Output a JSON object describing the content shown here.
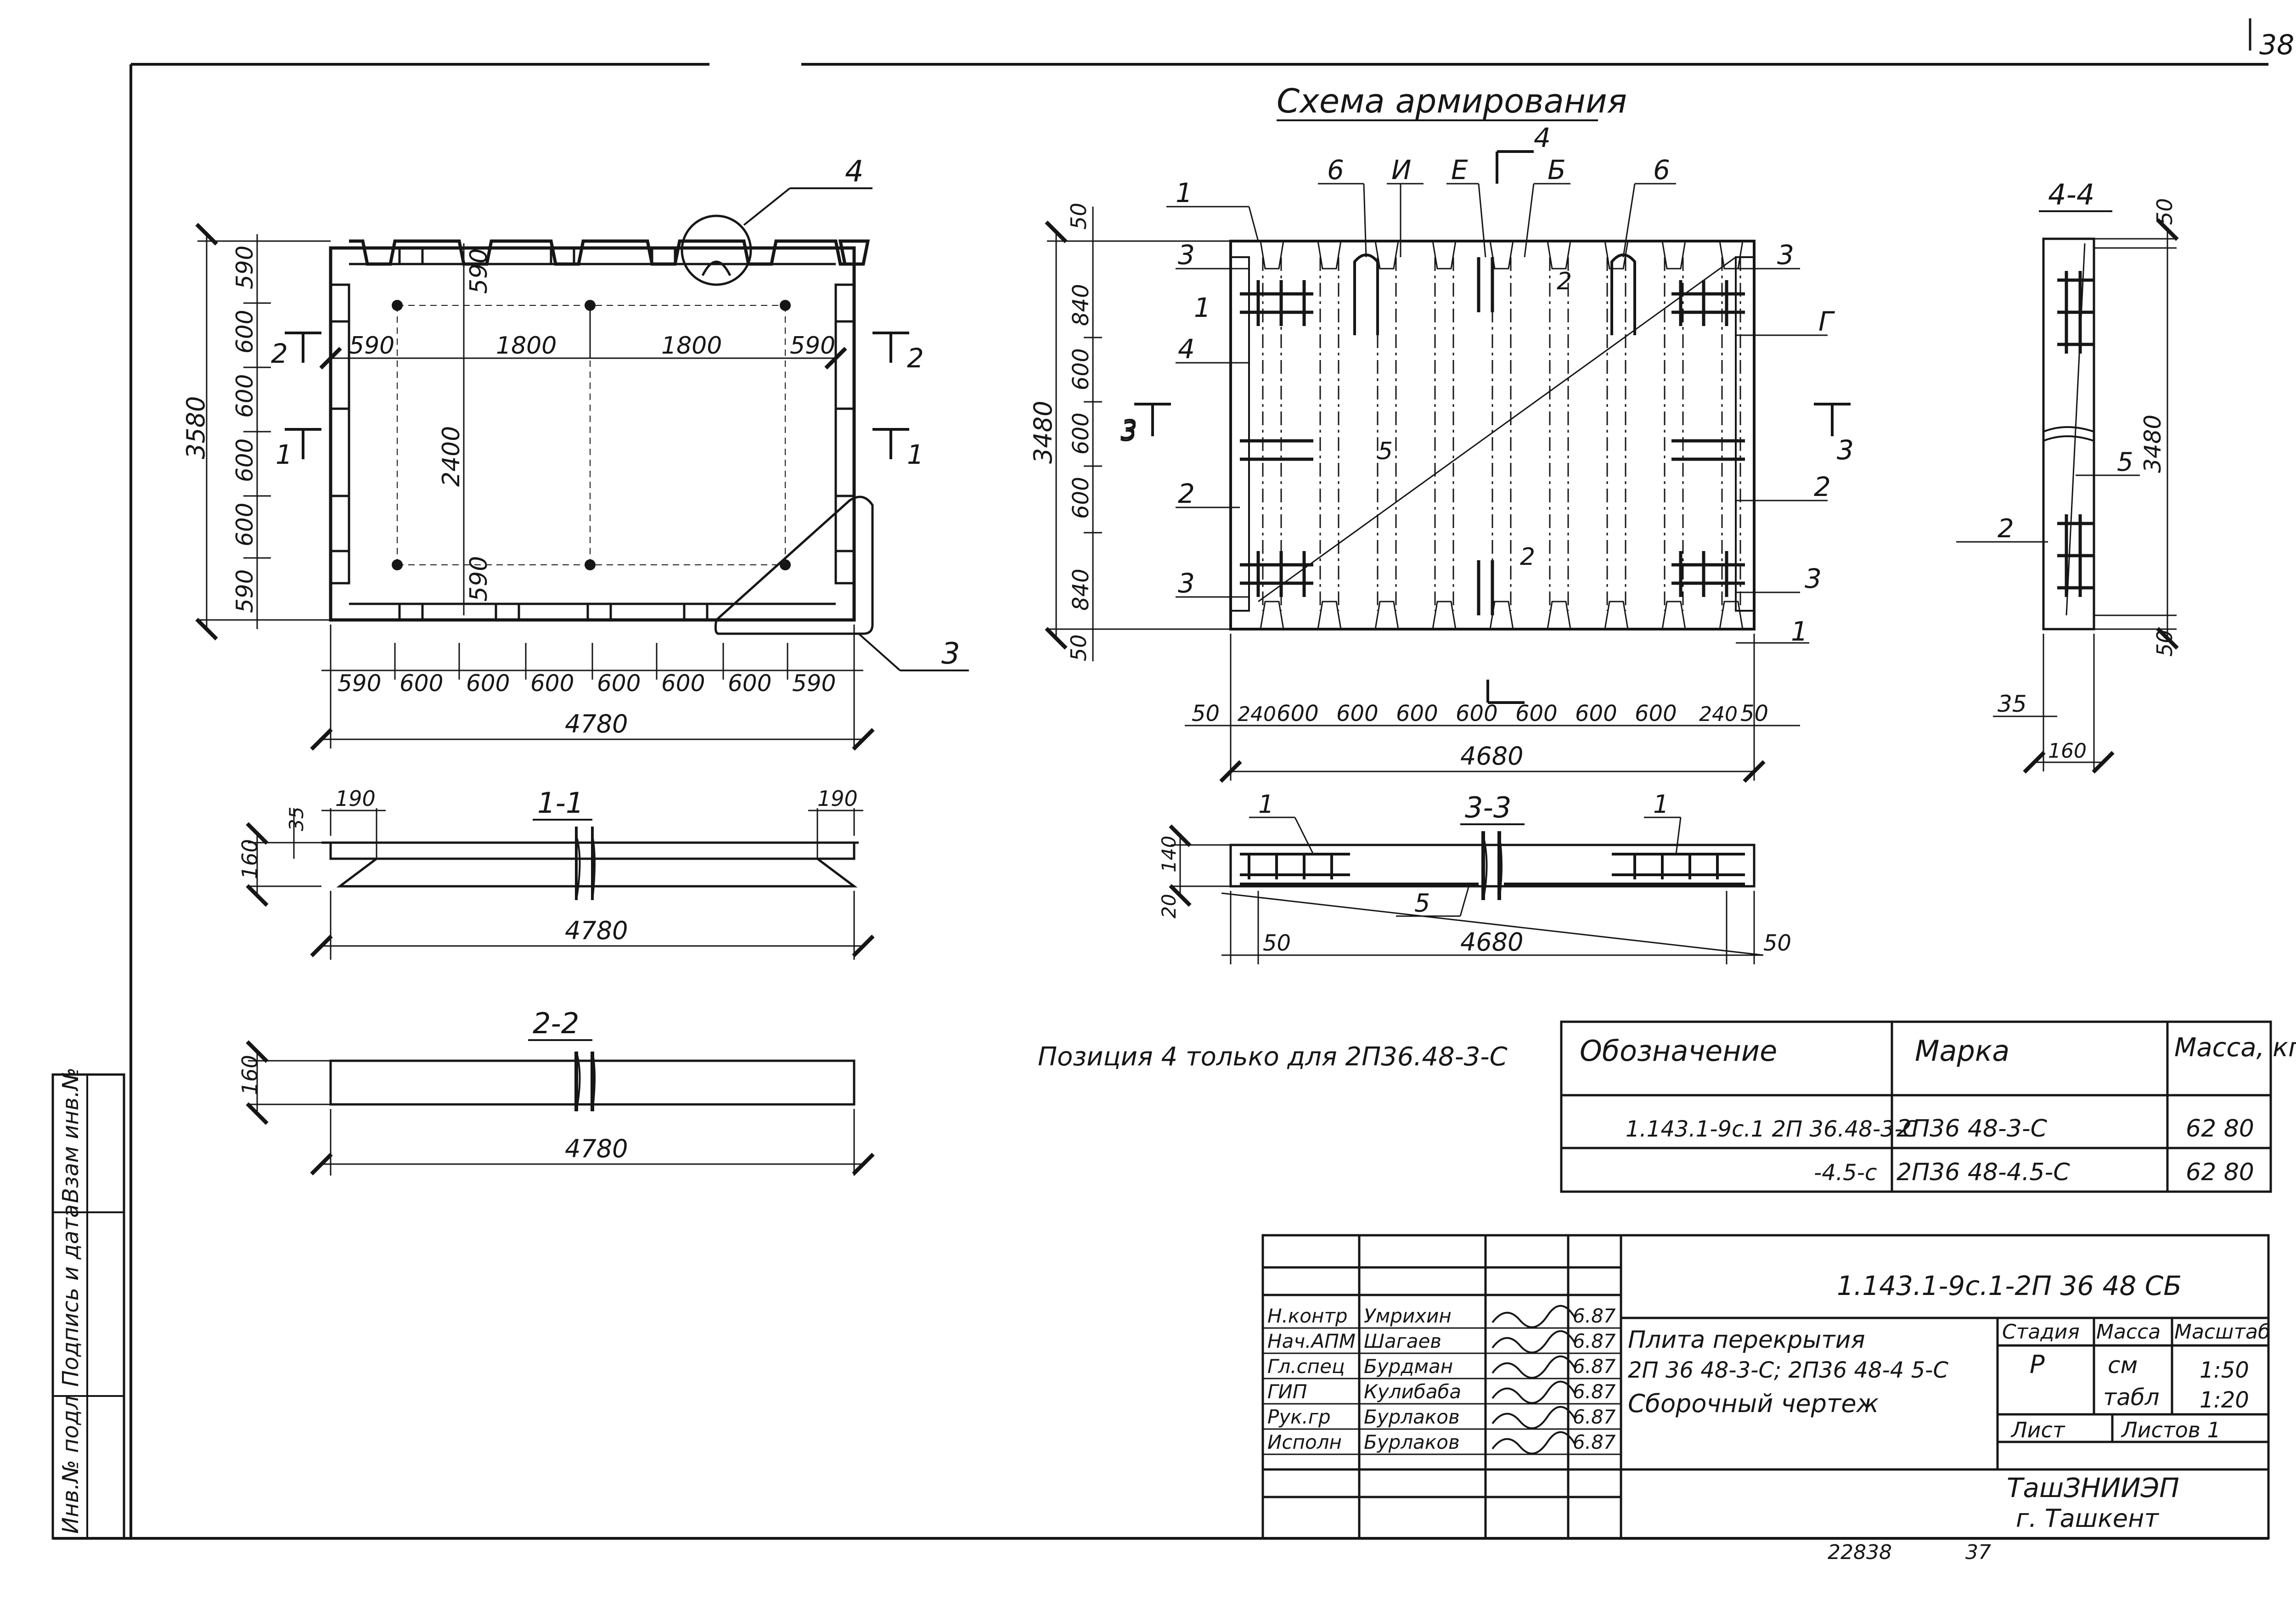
{
  "sheet": {
    "corner_number": "38",
    "bottom_stamp_left": "22838",
    "bottom_stamp_right": "37"
  },
  "titles": {
    "scheme": "Схема  армирования",
    "note": "Позиция 4 только для 2П36.48-3-С",
    "sec11": "1-1",
    "sec22": "2-2",
    "sec33": "3-3",
    "sec44": "4-4"
  },
  "plan": {
    "overall_w": "4780",
    "overall_h": "3580",
    "bottom_dims": [
      "590",
      "600",
      "600",
      "600",
      "600",
      "600",
      "600",
      "590"
    ],
    "left_dims": [
      "590",
      "600",
      "600",
      "600",
      "600",
      "590"
    ],
    "inner_1800a": "1800",
    "inner_1800b": "1800",
    "inner_590l": "590",
    "inner_590r": "590",
    "inner_2400": "2400",
    "inner_590t": "590",
    "inner_590b": "590",
    "callout4": "4",
    "callout3": "3",
    "cut2": "2",
    "cut1": "1"
  },
  "reinf": {
    "overall_w": "4680",
    "overall_h": "3480",
    "bottom_dims": [
      "50",
      "240",
      "600",
      "600",
      "600",
      "600",
      "600",
      "600",
      "600",
      "240",
      "50"
    ],
    "left_dims": [
      "50",
      "840",
      "600",
      "600",
      "600",
      "840",
      "50"
    ],
    "labels_top": [
      "1",
      "6",
      "И",
      "Е",
      "4",
      "Б",
      "6"
    ],
    "labels_left": [
      "3",
      "1",
      "4",
      "3",
      "2",
      "3"
    ],
    "labels_right": [
      "3",
      "Г",
      "3",
      "2",
      "3",
      "1"
    ],
    "inner": [
      "2",
      "5",
      "2"
    ]
  },
  "sec11": {
    "d35": "35",
    "d160": "160",
    "d190l": "190",
    "d190r": "190",
    "len": "4780"
  },
  "sec22": {
    "d160": "160",
    "len": "4780"
  },
  "sec33": {
    "d140": "140",
    "d20": "20",
    "d50l": "50",
    "d50r": "50",
    "len": "4680",
    "pos1l": "1",
    "pos1r": "1",
    "pos5": "5"
  },
  "sec44": {
    "d50t": "50",
    "d50b": "50",
    "d3480": "3480",
    "d35": "35",
    "d160": "160",
    "pos5": "5",
    "pos2": "2"
  },
  "spec": {
    "headers": [
      "Обозначение",
      "Марка",
      "Масса, кг"
    ],
    "rows": [
      {
        "designation": "1.143.1-9с.1 2П 36.48-3-С",
        "mark": "2П36 48-3-С",
        "mass": "62 80"
      },
      {
        "designation": "-4.5-с",
        "mark": "2П36 48-4.5-С",
        "mass": "62 80"
      }
    ]
  },
  "stamp": {
    "doc_code": "1.143.1-9с.1-2П 36 48 СБ",
    "roles": [
      "Н.контр",
      "Нач.АПМ",
      "Гл.спец",
      "ГИП",
      "Рук.гр",
      "Исполн"
    ],
    "names": [
      "Умрихин",
      "Шагаев",
      "Бурдман",
      "Кулибаба",
      "Бурлаков",
      "Бурлаков"
    ],
    "dates": [
      "6.87",
      "6.87",
      "6.87",
      "6.87",
      "6.87",
      "6.87"
    ],
    "title1": "Плита перекрытия",
    "title2": "2П 36 48-3-С; 2П36 48-4 5-С",
    "title3": "Сборочный чертеж",
    "col_stage": "Стадия",
    "col_mass": "Масса",
    "col_scale": "Масштаб",
    "stage": "Р",
    "mass1": "см",
    "mass2": "табл",
    "scale1": "1:50",
    "scale2": "1:20",
    "sheet_lbl": "Лист",
    "sheets_lbl": "Листов 1",
    "org1": "ТашЗНИИЭП",
    "org2": "г. Ташкент"
  },
  "sidebar": {
    "inv_podl": "Инв.№ подл",
    "podpis": "Подпись и дата",
    "vzam": "Взам инв.№"
  }
}
